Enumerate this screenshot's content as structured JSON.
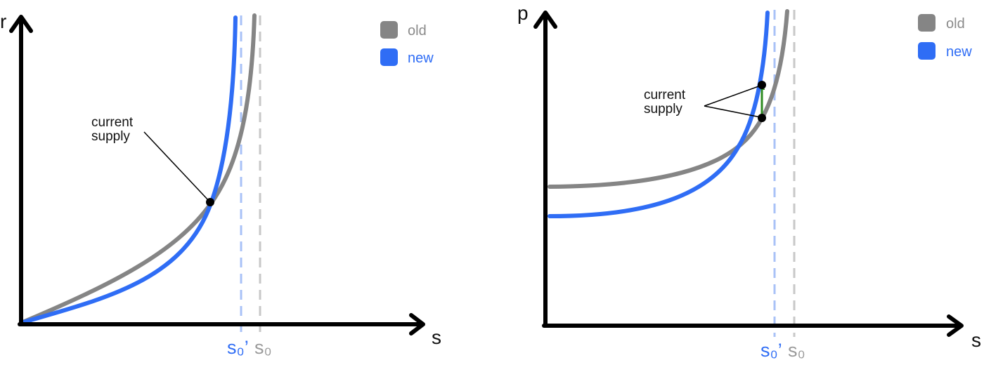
{
  "colors": {
    "old": "#858585",
    "new": "#2f6df5",
    "axis": "#000000",
    "arrow": "#2e8b22",
    "asymptote_old": "#c8c8c8",
    "asymptote_new": "#a9c2f7"
  },
  "legend": {
    "old_label": "old",
    "new_label": "new"
  },
  "left_panel": {
    "y_axis_label": "r",
    "x_axis_label": "s",
    "annotation": [
      "current",
      "supply"
    ],
    "asymptote_new_label": "s₀’",
    "asymptote_old_label": "s₀"
  },
  "right_panel": {
    "y_axis_label": "p",
    "x_axis_label": "s",
    "annotation": [
      "current",
      "supply"
    ],
    "asymptote_new_label": "s₀’",
    "asymptote_old_label": "s₀"
  }
}
